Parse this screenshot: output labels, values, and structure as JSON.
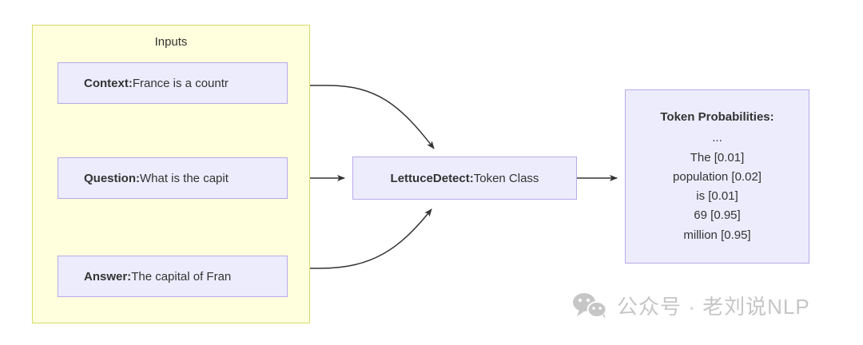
{
  "subgraph": {
    "title": "Inputs",
    "fill": "#ffffdd",
    "stroke": "#d9d96c"
  },
  "nodes": {
    "context": {
      "label": "Context:",
      "text": " France is a countr",
      "name": "context-node"
    },
    "question": {
      "label": "Question:",
      "text": " What is the capit",
      "name": "question-node"
    },
    "answer": {
      "label": "Answer:",
      "text": " The capital of Fran",
      "name": "answer-node"
    },
    "model": {
      "label": "LettuceDetect:",
      "text": " Token Class",
      "name": "model-node"
    },
    "output": {
      "title": "Token Probabilities:",
      "lines": [
        "...",
        "The [0.01]",
        "population [0.02]",
        "is [0.01]",
        "69 [0.95]",
        "million [0.95]"
      ],
      "name": "output-node"
    }
  },
  "style": {
    "node_fill": "#ececfd",
    "node_stroke": "#b9a9e8",
    "edge_color": "#333333",
    "text_color": "#333333",
    "watermark_color": "#c6c6c6"
  },
  "edges": [
    {
      "from": "context",
      "to": "model",
      "shape": "curve-down"
    },
    {
      "from": "question",
      "to": "model",
      "shape": "straight"
    },
    {
      "from": "answer",
      "to": "model",
      "shape": "curve-up"
    },
    {
      "from": "model",
      "to": "output",
      "shape": "straight"
    }
  ],
  "watermark": {
    "text": "公众号 · 老刘说NLP",
    "icon": "wechat-icon"
  }
}
